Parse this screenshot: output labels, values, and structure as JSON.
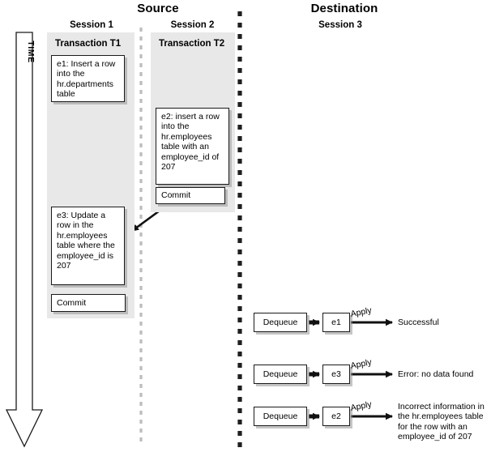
{
  "title": "Oracle Streams conflict example diagram",
  "headings": {
    "source": "Source",
    "destination": "Destination"
  },
  "time_axis": {
    "label": "TIME",
    "direction": "downward"
  },
  "source": {
    "sessions": [
      {
        "heading": "Session 1",
        "transaction": "Transaction T1",
        "events": [
          {
            "id": "e1",
            "text": "e1: Insert a row into the hr.departments table"
          },
          {
            "id": "e3",
            "text": "e3: Update a row in the hr.employees table where the employee_id is 207"
          }
        ],
        "commit": "Commit"
      },
      {
        "heading": "Session 2",
        "transaction": "Transaction T2",
        "events": [
          {
            "id": "e2",
            "text": "e2: insert a row into the hr.employees table with an employee_id of 207"
          }
        ],
        "commit": "Commit"
      }
    ]
  },
  "destination": {
    "session_heading": "Session 3",
    "rows": [
      {
        "dequeue_label": "Dequeue",
        "event_label": "e1",
        "apply_label": "Apply",
        "outcome": "Successful"
      },
      {
        "dequeue_label": "Dequeue",
        "event_label": "e3",
        "apply_label": "Apply",
        "outcome": "Error: no data found"
      },
      {
        "dequeue_label": "Dequeue",
        "event_label": "e2",
        "apply_label": "Apply",
        "outcome": "Incorrect information in the hr.employees table for the row with an employee_id of 207"
      }
    ]
  },
  "colors": {
    "panel_gray": "#e8e8e8",
    "box_border": "#1a1a1a",
    "shadow": "#969696",
    "divider_dashed_light": "#bcbcbc",
    "divider_dashed_bold": "#1a1a1a",
    "background": "#ffffff"
  }
}
